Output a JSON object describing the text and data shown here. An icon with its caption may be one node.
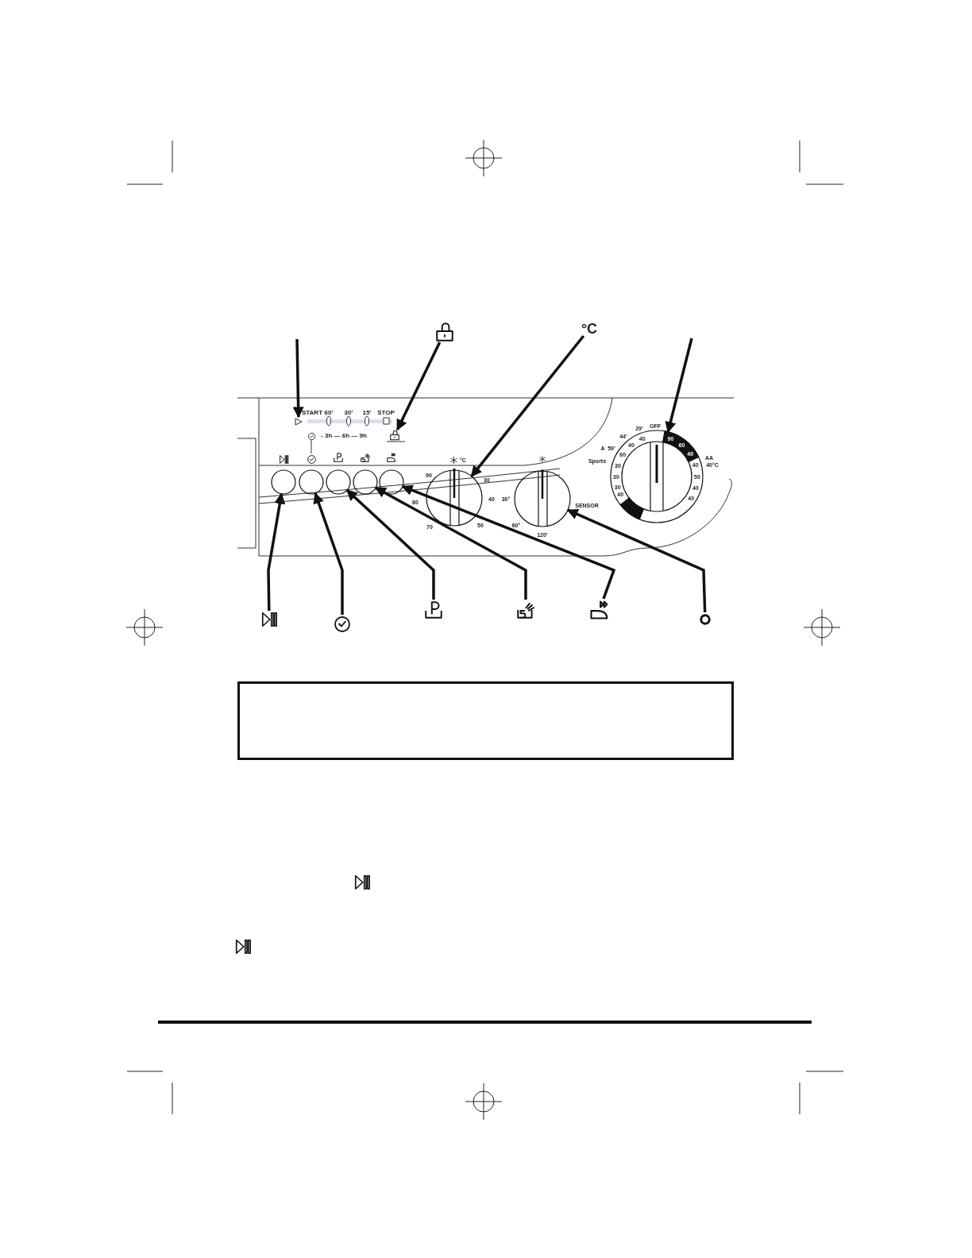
{
  "diagram": {
    "nodes": [
      {
        "text": [],
        "shape": "lock"
      },
      {
        "text": [
          "°C"
        ]
      },
      {
        "text": [],
        "shape": "triangle"
      },
      {
        "text": [],
        "shape": "lock"
      },
      {
        "text": [],
        "shape": "circle"
      },
      {
        "text": [],
        "shape": "circle"
      },
      {
        "text": [],
        "shape": "circle"
      },
      {
        "text": [],
        "shape": "circle"
      },
      {
        "text": [],
        "shape": "circle"
      },
      {
        "text": [],
        "shape": "circle"
      },
      {
        "text": [],
        "shape": "circle"
      },
      {
        "text": [],
        "shape": "circle"
      },
      {
        "text": [],
        "shape": "play-pause"
      },
      {
        "text": [],
        "shape": "clock"
      },
      {
        "text": [],
        "shape": "prewash"
      },
      {
        "text": [],
        "shape": "rinse"
      },
      {
        "text": [],
        "shape": "iron"
      },
      {
        "text": [],
        "shape": "ring"
      },
      {
        "text": [],
        "shape": "box"
      }
    ],
    "edges": [
      {
        "from": null,
        "to": 2,
        "arrow": "to"
      },
      {
        "from": 0,
        "to": 3,
        "arrow": "to"
      },
      {
        "from": 1,
        "to": 9,
        "arrow": "to"
      },
      {
        "from": null,
        "to": 11,
        "arrow": "to"
      },
      {
        "from": 12,
        "to": 4,
        "arrow": "to"
      },
      {
        "from": 13,
        "to": 5,
        "arrow": "to"
      },
      {
        "from": 14,
        "to": 6,
        "arrow": "to"
      },
      {
        "from": 15,
        "to": 7,
        "arrow": "to"
      },
      {
        "from": 16,
        "to": 8,
        "arrow": "to"
      },
      {
        "from": 17,
        "to": 10,
        "arrow": "to"
      }
    ],
    "labels": [
      "START",
      "60’",
      "30’",
      "15’",
      "STOP",
      "- 3h — 6h — 9h",
      "°C",
      "90",
      "30",
      "80",
      "40",
      "70",
      "50",
      "30°",
      "60°",
      "120’",
      "SENSOR",
      "44’",
      "29’",
      "A",
      "59’",
      "OFF",
      "40",
      "40",
      "60",
      "Sports",
      "30",
      "30",
      "30",
      "40",
      "90",
      "60",
      "40",
      "40",
      "AA",
      "40°C",
      "50",
      "40",
      "40"
    ]
  }
}
